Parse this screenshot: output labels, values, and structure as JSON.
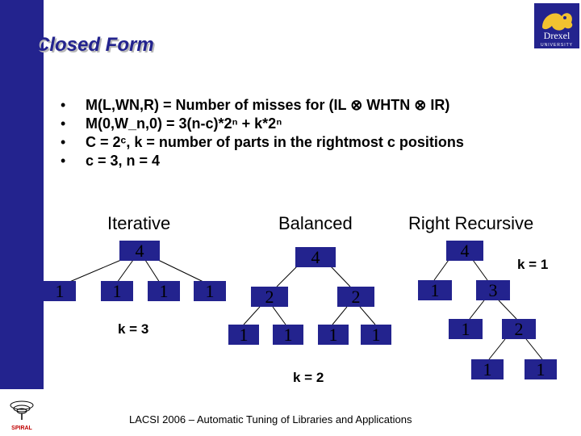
{
  "slide": {
    "title": "Closed Form",
    "logo_alt": "Drexel University logo",
    "logo_text": "Drexel",
    "logo_subtext": "UNIVERSITY",
    "spiral_logo_text": "SPIRAL"
  },
  "bullets": [
    "M(L,WN,R) = Number of misses for (IL ⊗ WHTN ⊗ IR)",
    "M(0,W_n,0) = 3(n-c)*2ⁿ + k*2ⁿ",
    "C = 2ᶜ, k = number of parts in the rightmost c positions",
    "c = 3, n = 4"
  ],
  "trees": {
    "iterative": {
      "heading": "Iterative",
      "root": "4",
      "leaves": [
        "1",
        "1",
        "1",
        "1"
      ],
      "k_label": "k = 3"
    },
    "balanced": {
      "heading": "Balanced",
      "root": "4",
      "mid": [
        "2",
        "2"
      ],
      "leaves": [
        "1",
        "1",
        "1",
        "1"
      ],
      "k_label": "k = 2"
    },
    "right_recursive": {
      "heading": "Right Recursive",
      "root": "4",
      "level1": [
        "1",
        "3"
      ],
      "level2": [
        "1",
        "2"
      ],
      "level3": [
        "1",
        "1"
      ],
      "k_label": "k = 1"
    }
  },
  "footer": "LACSI 2006 – Automatic Tuning of Libraries and Applications",
  "colors": {
    "accent": "#23238e",
    "background": "#ffffff"
  }
}
